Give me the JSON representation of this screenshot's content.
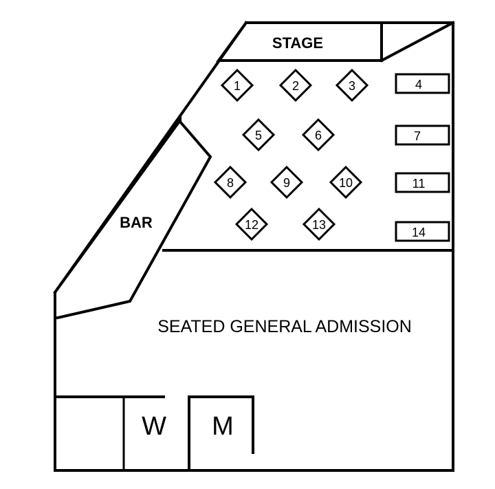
{
  "labels": {
    "stage": "STAGE",
    "bar": "BAR",
    "seated_general_admission": "SEATED GENERAL ADMISSION",
    "womens_restroom": "W",
    "mens_restroom": "M"
  },
  "diamond_tables": [
    "1",
    "2",
    "3",
    "5",
    "6",
    "8",
    "9",
    "10",
    "12",
    "13"
  ],
  "rect_tables": [
    "4",
    "7",
    "11",
    "14"
  ]
}
